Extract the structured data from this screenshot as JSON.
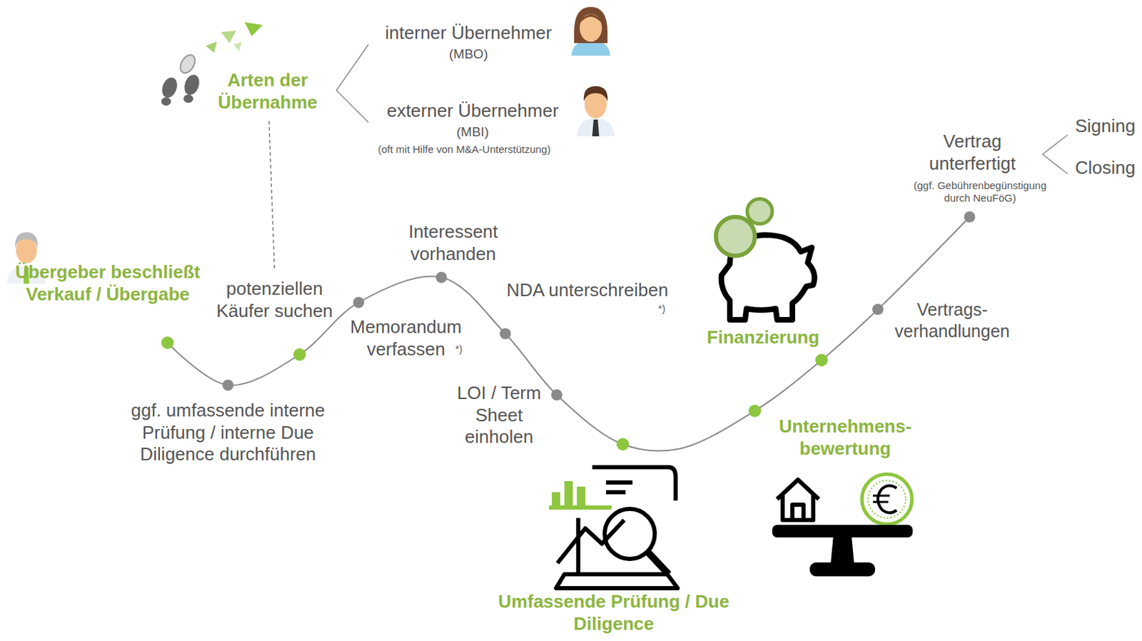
{
  "diagram": {
    "labels": [
      "Arten der Übernahme",
      "interner Übernehmer",
      "(MBO)",
      "externer Übernehmer",
      "(MBI)",
      "(oft mit Hilfe von M&A-Unterstützung)",
      "Übergeber beschließt Verkauf / Übergabe",
      "potenziellen Käufer suchen",
      "ggf. umfassende interne Prüfung / interne Due Diligence durchführen",
      "Interessent vorhanden",
      "Memorandum verfassen",
      "*)",
      "NDA unterschreiben",
      "*)",
      "LOI / Term Sheet einholen",
      "Finanzierung",
      "Umfassende Prüfung / Due Diligence",
      "Unternehmens- bewertung",
      "Vertrags- verhandlungen",
      "Vertrag unterfertigt",
      "(ggf. Gebührenbegünstigung durch NeuFöG)",
      "Signing",
      "Closing"
    ]
  }
}
